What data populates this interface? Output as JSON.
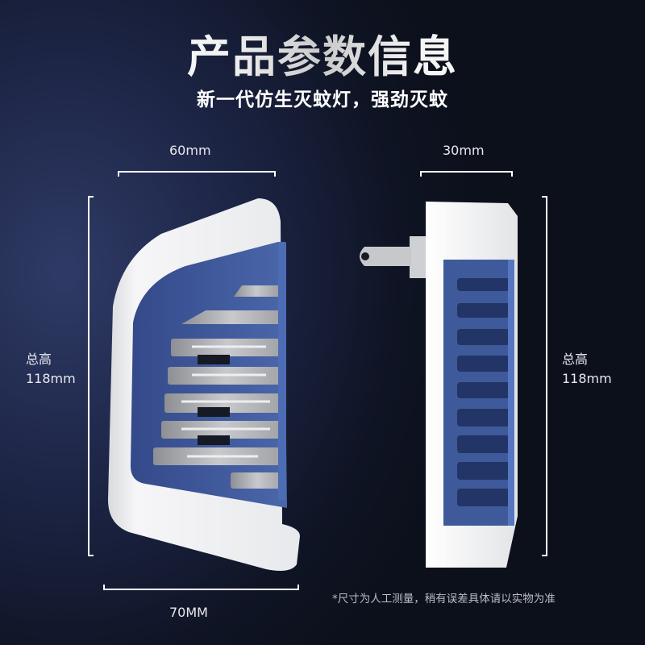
{
  "header": {
    "title": "产品参数信息",
    "subtitle": "新一代仿生灭蚊灯，强劲灭蚊"
  },
  "front_view": {
    "width_top_label": "60mm",
    "width_bottom_label": "70MM",
    "height_caption": "总高",
    "height_value": "118mm"
  },
  "side_view": {
    "depth_label": "30mm",
    "height_caption": "总高",
    "height_value": "118mm"
  },
  "footer": {
    "note": "*尺寸为人工测量，稍有误差具体请以实物为准"
  },
  "colors": {
    "background_light": "#2f3b66",
    "background_dark": "#0c101b",
    "device_shell": "#f2f2f4",
    "device_grille": "#3f5a9a",
    "bracket": "#ffffff"
  }
}
